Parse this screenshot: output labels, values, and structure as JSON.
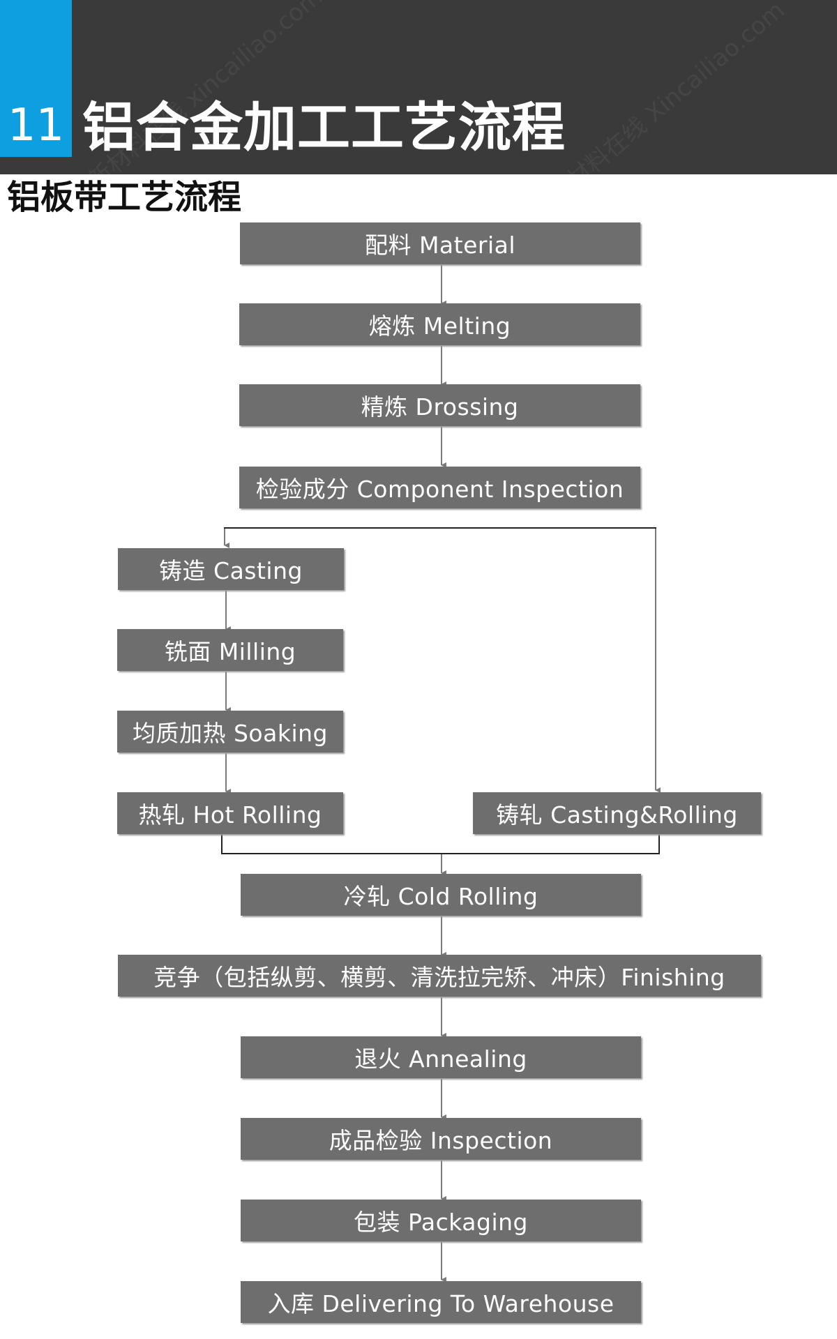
{
  "header": {
    "number": "11",
    "title": "铝合金加工工艺流程",
    "colors": {
      "bar": "#3a3a3a",
      "badge": "#0d9fe0"
    }
  },
  "subtitle": "铝板带工艺流程",
  "steps": {
    "material": "配料 Material",
    "melting": "熔炼 Melting",
    "drossing": "精炼 Drossing",
    "component_inspection": "检验成分 Component Inspection",
    "casting": "铸造 Casting",
    "milling": "铣面 Milling",
    "soaking": "均质加热 Soaking",
    "hot_rolling": "热轧 Hot Rolling",
    "casting_rolling": "铸轧 Casting&Rolling",
    "cold_rolling": "冷轧 Cold Rolling",
    "finishing": "竞争（包括纵剪、横剪、清洗拉完矫、冲床）Finishing",
    "annealing": "退火 Annealing",
    "inspection": "成品检验 Inspection",
    "packaging": "包装 Packaging",
    "warehouse": "入库 Delivering To Warehouse"
  },
  "colors": {
    "box": "#6e6e6e",
    "arrow": "#7a7a7a",
    "line": "#222222"
  }
}
